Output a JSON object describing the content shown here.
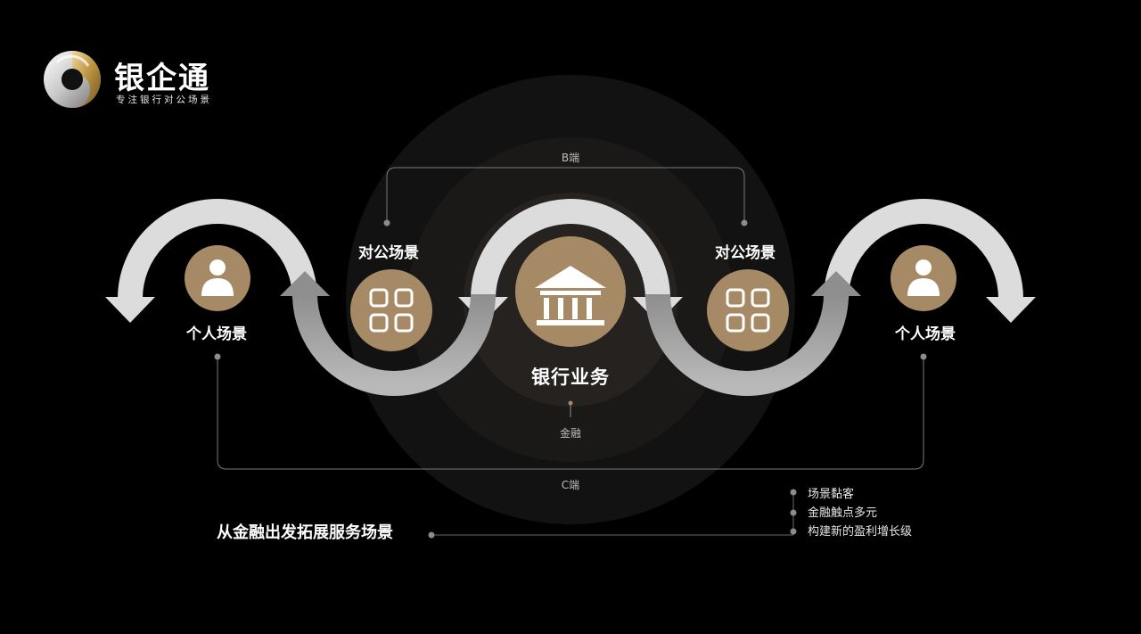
{
  "brand": {
    "name": "银企通",
    "tagline": "专注银行对公场景"
  },
  "diagram": {
    "center_label": "银行业务",
    "left_corporate_label": "对公场景",
    "right_corporate_label": "对公场景",
    "left_personal_label": "个人场景",
    "right_personal_label": "个人场景",
    "b_end_label": "B端",
    "c_end_label": "C端",
    "finance_label": "金融"
  },
  "footer": {
    "headline": "从金融出发拓展服务场景",
    "bullets": [
      "场景黏客",
      "金融触点多元",
      "构建新的盈利增长级"
    ]
  },
  "colors": {
    "background": "#000000",
    "gold": "#a68a66",
    "arrow_light": "#d9d9d9",
    "arrow_dark": "#9a9a9a",
    "connector": "#8c8c8c"
  },
  "icons": {
    "logo": "ring-logo-icon",
    "bank": "bank-building-icon",
    "grid": "app-grid-icon",
    "person": "person-icon"
  }
}
